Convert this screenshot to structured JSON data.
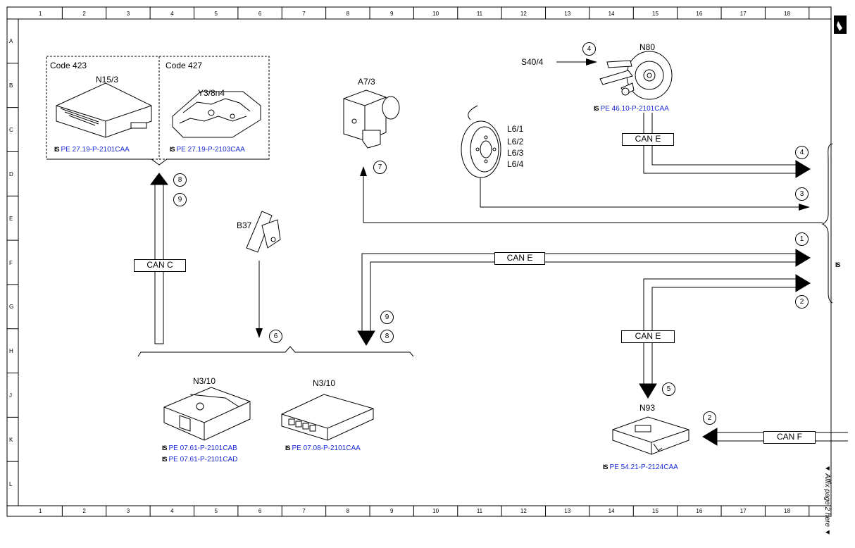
{
  "grid": {
    "columns": [
      "1",
      "2",
      "3",
      "4",
      "5",
      "6",
      "7",
      "8",
      "9",
      "10",
      "11",
      "12",
      "13",
      "14",
      "15",
      "16",
      "17",
      "18",
      "1"
    ],
    "rows": [
      "A",
      "B",
      "C",
      "D",
      "E",
      "F",
      "G",
      "H",
      "J",
      "K",
      "L"
    ]
  },
  "components": {
    "code423": "Code 423",
    "code427": "Code 427",
    "n15_3": "N15/3",
    "y3_8n4": "Y3/8n4",
    "a7_3": "A7/3",
    "l6_1": "L6/1",
    "l6_2": "L6/2",
    "l6_3": "L6/3",
    "l6_4": "L6/4",
    "s40_4": "S40/4",
    "n80": "N80",
    "b37": "B37",
    "n3_10_a": "N3/10",
    "n3_10_b": "N3/10",
    "n93": "N93"
  },
  "refs": {
    "n15_3": "PE 27.19-P-2101CAA",
    "y3_8n4": "PE 27.19-P-2103CAA",
    "n80": "PE 46.10-P-2101CAA",
    "n3_10_a1": "PE 07.61-P-2101CAB",
    "n3_10_a2": "PE 07.61-P-2101CAD",
    "n3_10_b": "PE 07.08-P-2101CAA",
    "n93": "PE 54.21-P-2124CAA",
    "hand_glyph": "IS"
  },
  "buses": {
    "can_c": "CAN C",
    "can_e_top": "CAN E",
    "can_e_mid": "CAN E",
    "can_e_low": "CAN E",
    "can_f": "CAN F"
  },
  "markers": {
    "m8_top": "8",
    "m9_top": "9",
    "m7": "7",
    "m4_s40": "4",
    "m4_right": "4",
    "m3": "3",
    "m1": "1",
    "m2_right": "2",
    "m9_mid": "9",
    "m8_mid": "8",
    "m6": "6",
    "m5": "5",
    "m2_n93": "2"
  },
  "affix_note": "▼ Affix page 2 here ▼"
}
